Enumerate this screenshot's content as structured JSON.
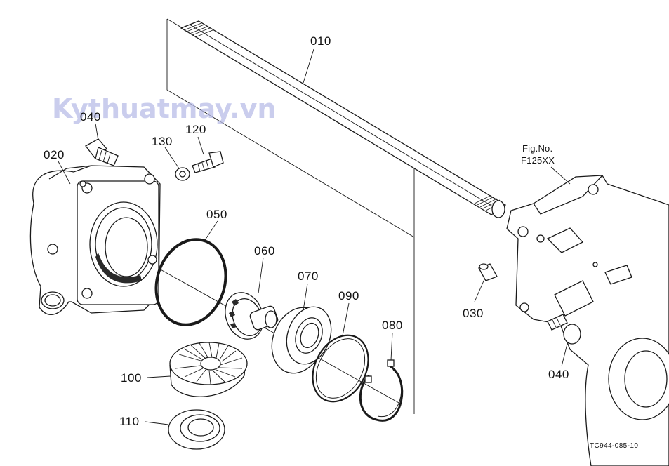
{
  "watermark": "Kythuatmay.vn",
  "figure_reference": {
    "line1": "Fig.No.",
    "line2": "F125XX"
  },
  "drawing_code": "TC944-085-10",
  "part_callouts": [
    {
      "id": "010",
      "label": "010"
    },
    {
      "id": "020",
      "label": "020"
    },
    {
      "id": "030",
      "label": "030"
    },
    {
      "id": "040a",
      "label": "040"
    },
    {
      "id": "040b",
      "label": "040"
    },
    {
      "id": "050",
      "label": "050"
    },
    {
      "id": "060",
      "label": "060"
    },
    {
      "id": "070",
      "label": "070"
    },
    {
      "id": "080",
      "label": "080"
    },
    {
      "id": "090",
      "label": "090"
    },
    {
      "id": "100",
      "label": "100"
    },
    {
      "id": "110",
      "label": "110"
    },
    {
      "id": "120",
      "label": "120"
    },
    {
      "id": "130",
      "label": "130"
    }
  ],
  "colors": {
    "ink": "#1a1a1a",
    "watermark": "#b9bde8",
    "background": "#ffffff"
  }
}
